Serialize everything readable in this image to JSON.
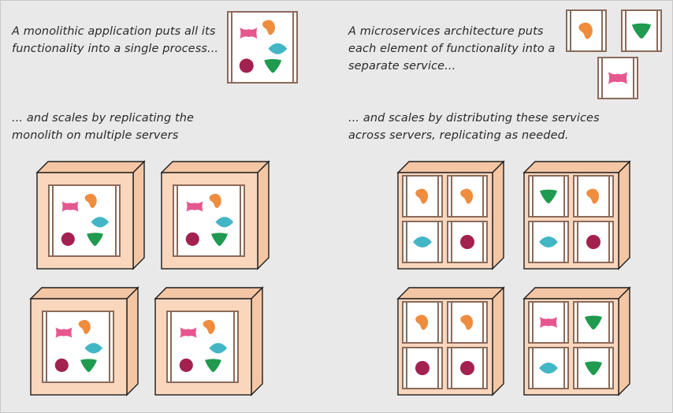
{
  "captions": {
    "monolith_process": "A monolithic application puts all its\nfunctionality into a single process...",
    "microservices_process": "A microservices architecture puts\neach element of functionality into a\nseparate service...",
    "monolith_scaling": "... and scales by replicating the\nmonolith on multiple servers",
    "microservices_scaling": "... and scales by distributing these services\nacross servers, replicating as needed."
  },
  "colors": {
    "background": "#e9e9e9",
    "server_face": "#f9d6bc",
    "server_side": "#f4c6a4",
    "server_stroke": "#1e1e1e",
    "frame_stroke": "#8a6a5a",
    "process_fill": "#ffffff",
    "pink": "#e6578f",
    "orange": "#ef8c3e",
    "teal": "#43b6c5",
    "crimson": "#a3214e",
    "green": "#1f9a4f"
  },
  "functions": [
    "pink-bowtie",
    "orange-bean",
    "teal-diamond",
    "crimson-circle",
    "green-triangle"
  ],
  "monolith": {
    "process_contains": [
      "pink-bowtie",
      "orange-bean",
      "teal-diamond",
      "crimson-circle",
      "green-triangle"
    ],
    "servers": 4,
    "service_per_server": "full monolith"
  },
  "microservices": {
    "services": [
      "orange-bean",
      "green-triangle",
      "pink-bowtie"
    ],
    "servers": [
      {
        "services": [
          "orange-bean",
          "orange-bean",
          "teal-diamond",
          "crimson-circle"
        ]
      },
      {
        "services": [
          "green-triangle",
          "orange-bean",
          "teal-diamond",
          "crimson-circle"
        ]
      },
      {
        "services": [
          "orange-bean",
          "orange-bean",
          "crimson-circle",
          "crimson-circle"
        ]
      },
      {
        "services": [
          "pink-bowtie",
          "green-triangle",
          "teal-diamond",
          "green-triangle"
        ]
      }
    ]
  }
}
